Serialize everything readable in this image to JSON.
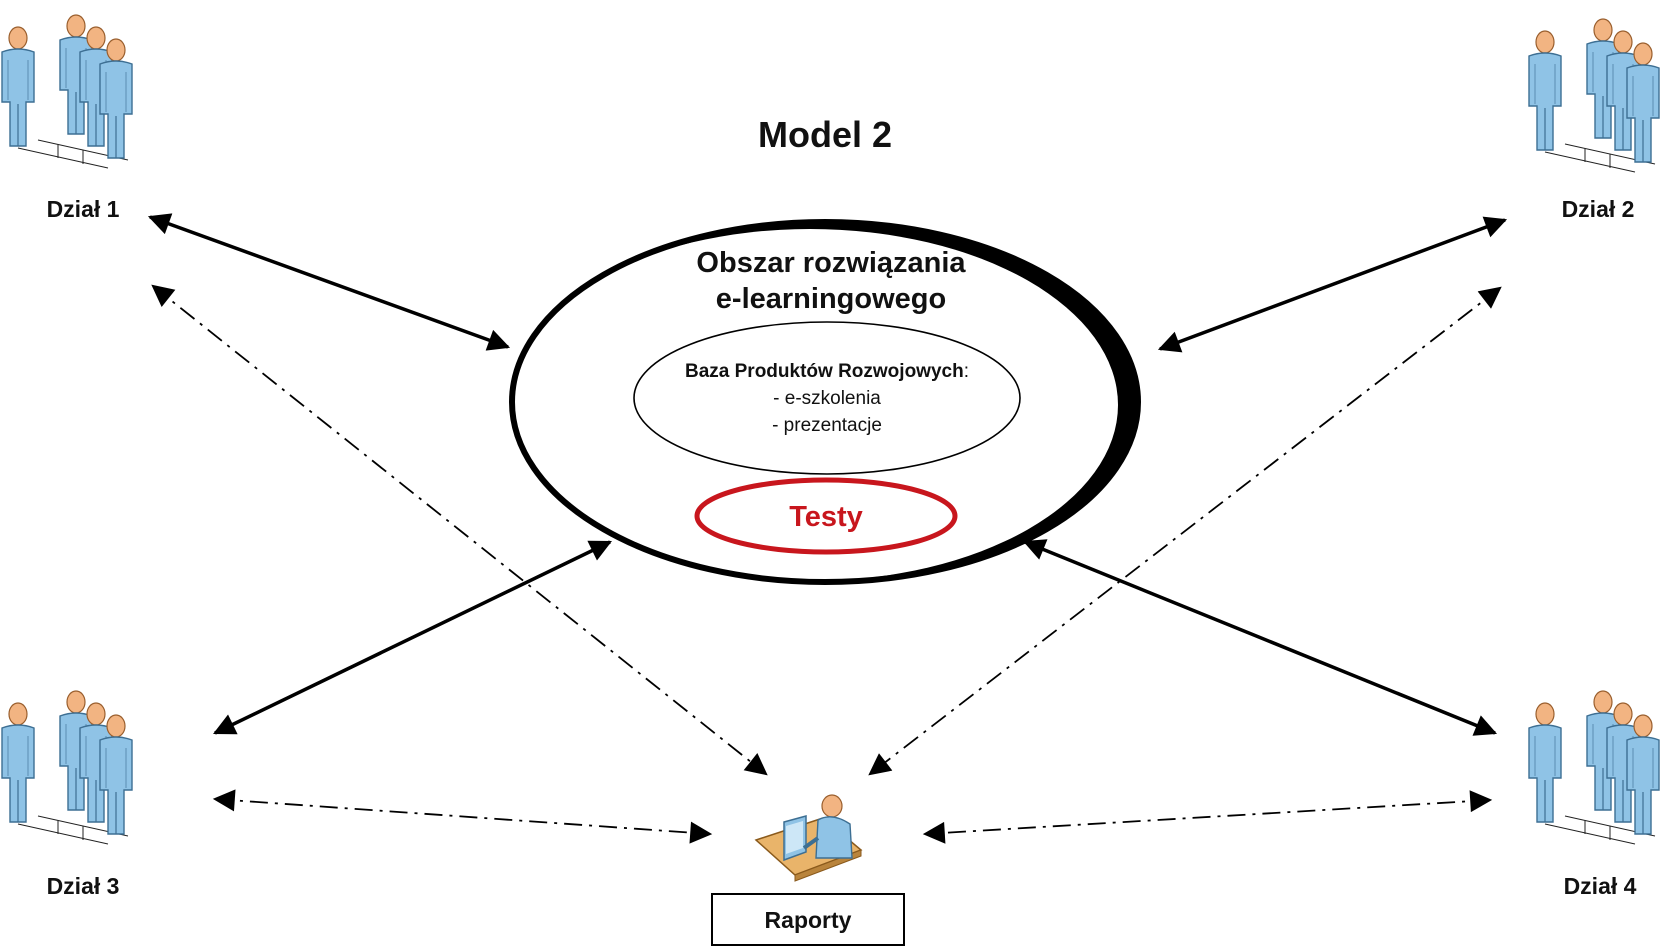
{
  "title": "Model 2",
  "center": {
    "title_line1": "Obszar rozwiązania",
    "title_line2": "e-learningowego",
    "database": {
      "title": "Baza Produktów Rozwojowych",
      "title_suffix": ":",
      "items": [
        "- e-szkolenia",
        "- prezentacje"
      ]
    },
    "tests_label": "Testy"
  },
  "departments": [
    {
      "label": "Dział 1",
      "icon": "people-group-icon"
    },
    {
      "label": "Dział 2",
      "icon": "people-group-icon"
    },
    {
      "label": "Dział 3",
      "icon": "people-group-icon"
    },
    {
      "label": "Dział 4",
      "icon": "people-group-icon"
    }
  ],
  "reports": {
    "label": "Raporty",
    "icon": "person-at-computer-icon"
  },
  "colors": {
    "figure_fill": "#8fc3e6",
    "figure_stroke": "#3d6f93",
    "head_fill": "#f2b482",
    "tests_red": "#c8161d",
    "desk": "#e9b46a"
  }
}
